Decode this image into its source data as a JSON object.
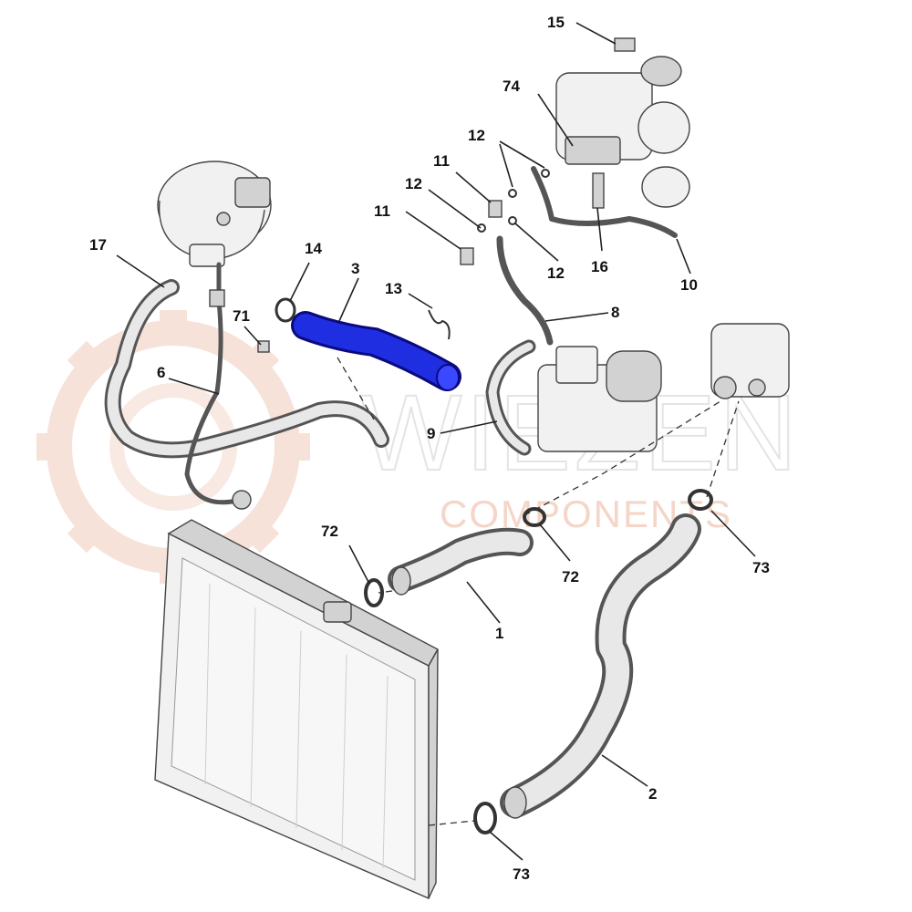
{
  "watermark": {
    "brand": "WIEZEN",
    "sub": "COMPONENTS"
  },
  "highlight_color": "#1f2ee0",
  "labels": {
    "l1": "1",
    "l2": "2",
    "l3": "3",
    "l6": "6",
    "l8": "8",
    "l9": "9",
    "l10": "10",
    "l11a": "11",
    "l11b": "11",
    "l12a": "12",
    "l12b": "12",
    "l12c": "12",
    "l13": "13",
    "l14": "14",
    "l15": "15",
    "l16": "16",
    "l17": "17",
    "l71": "71",
    "l72a": "72",
    "l72b": "72",
    "l73a": "73",
    "l73b": "73",
    "l74": "74"
  }
}
